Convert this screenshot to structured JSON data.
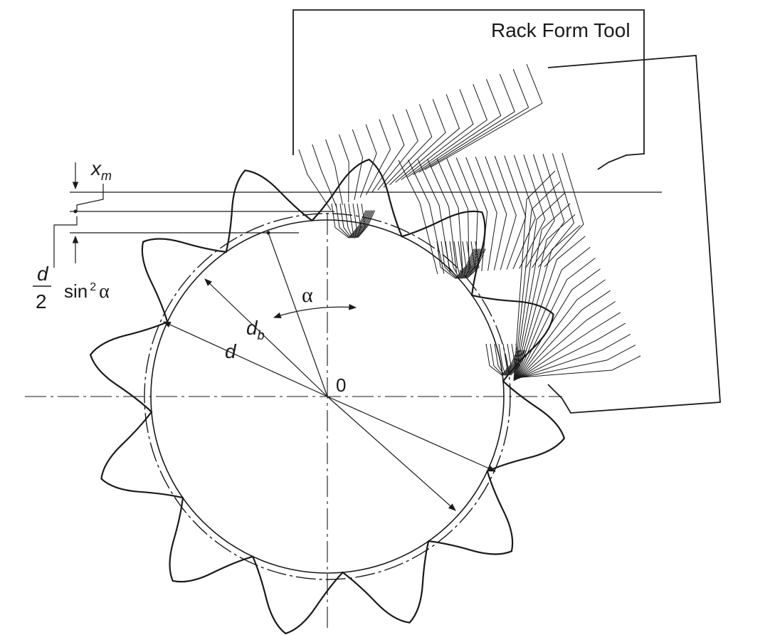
{
  "figure": {
    "tool_label": "Rack Form Tool",
    "center_label": "0",
    "alpha_label": "α",
    "db_label": "d",
    "db_sub": "b",
    "d_label": "d",
    "xm_label": "x",
    "xm_sub": "m",
    "frac_num": "d",
    "frac_den": "2",
    "sin_label": "sin",
    "sin_exp": "2",
    "sin_alpha": "α"
  },
  "gear": {
    "teeth": 12
  },
  "colors": {
    "ink": "#1a1a1a",
    "background": "#ffffff"
  }
}
